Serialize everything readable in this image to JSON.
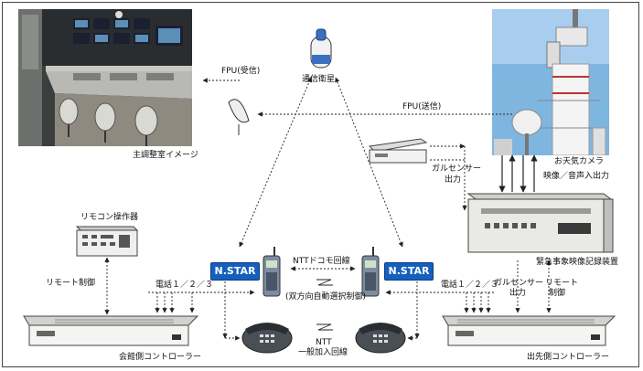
{
  "labels": {
    "control_room": "主調整室イメージ",
    "fpu_receive": "FPU(受信)",
    "satellite": "通信衛星",
    "fpu_send": "FPU(送信)",
    "weather_camera": "お天気カメラ",
    "remote_op": "リモコン操作器",
    "remote_control_left": "リモート制御",
    "phone_left": "電話１／２／３",
    "docomo_line": "NTTドコモ回線",
    "auto_select": "(双方向自動選択制御)",
    "ntt_line_1": "NTT",
    "ntt_line_2": "一般加入回線",
    "phone_right": "電話１／２／３",
    "gal_sensor_right_1": "ガルセンサー",
    "gal_sensor_right_2": "出力",
    "remote_right_1": "リモート",
    "remote_right_2": "制御",
    "video_audio": "映像／音声入出力",
    "gal_sensor_top_1": "ガルセンサー",
    "gal_sensor_top_2": "出力",
    "recorder": "緊急事象映像記録装置",
    "hall_controller": "会館側コントローラー",
    "remote_controller": "出先側コントローラー",
    "nstar_left": "N.STAR",
    "nstar_right": "N.STAR"
  },
  "colors": {
    "nstar_bg": "#1560bd",
    "wire": "#222222"
  }
}
